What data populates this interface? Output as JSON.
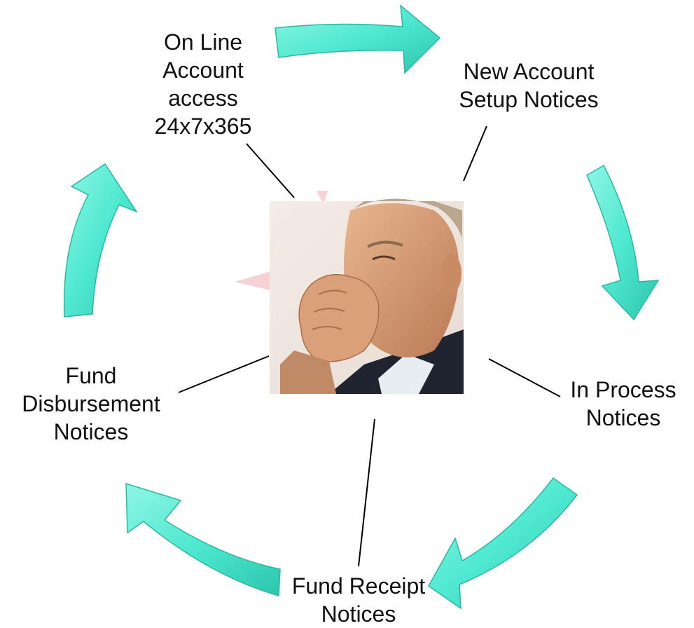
{
  "diagram": {
    "nodes": [
      {
        "id": "online-access",
        "lines": [
          "On Line",
          "Account",
          "access",
          "24x7x365"
        ]
      },
      {
        "id": "new-account",
        "lines": [
          "New Account",
          "Setup Notices"
        ]
      },
      {
        "id": "in-process",
        "lines": [
          "In Process",
          "Notices"
        ]
      },
      {
        "id": "fund-receipt",
        "lines": [
          "Fund Receipt",
          "Notices"
        ]
      },
      {
        "id": "fund-disbursement",
        "lines": [
          "Fund",
          "Disbursement",
          "Notices"
        ]
      }
    ],
    "arrow_color": "#4fe8d0",
    "arrow_edge_color": "#2bb8a0",
    "center_image": "photo of a thoughtful businessman with hand on chin"
  }
}
